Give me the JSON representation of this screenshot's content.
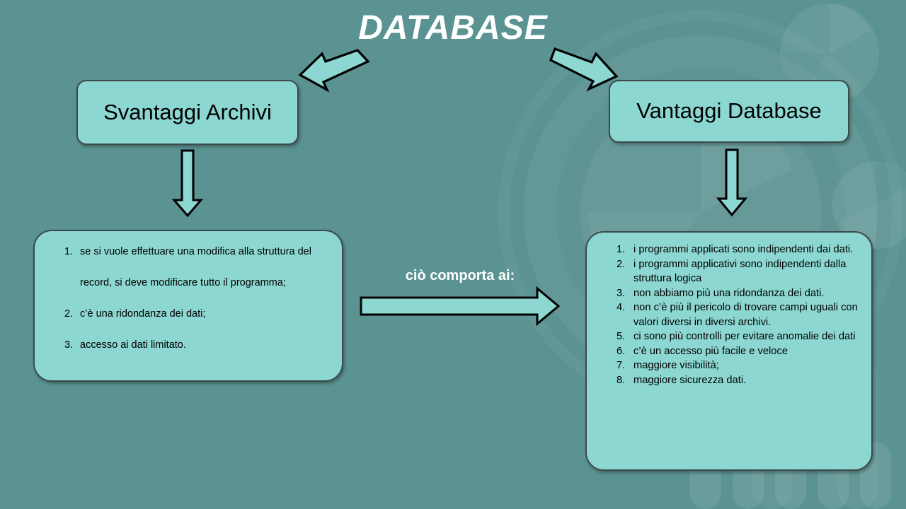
{
  "slide": {
    "title": "DATABASE",
    "background_color": "#5b9392",
    "box_fill_color": "#8cd7d1",
    "box_border_color": "#3d4a4a",
    "title_color": "#ffffff",
    "arrow_fill_color": "#8cd7d1",
    "arrow_outline_color": "#000000"
  },
  "headers": {
    "left": "Svantaggi Archivi",
    "right": "Vantaggi Database"
  },
  "center": {
    "label": "ciò comporta ai:"
  },
  "left_list": {
    "items": [
      {
        "num": "1.",
        "text": "se si vuole effettuare una modifica alla struttura del record, si deve modificare tutto il programma;"
      },
      {
        "num": "2.",
        "text": "c’è una ridondanza dei dati;"
      },
      {
        "num": "3.",
        "text": "accesso ai dati limitato."
      }
    ]
  },
  "right_list": {
    "items": [
      {
        "num": "1.",
        "text": "i programmi applicati sono indipendenti dai dati."
      },
      {
        "num": "2.",
        "text": "i programmi applicativi sono indipendenti dalla struttura logica"
      },
      {
        "num": "3.",
        "text": "non abbiamo più una ridondanza dei dati."
      },
      {
        "num": "4.",
        "text": "non c’è più il pericolo di trovare campi uguali con valori diversi in diversi archivi."
      },
      {
        "num": "5.",
        "text": "ci sono più controlli per evitare anomalie dei dati"
      },
      {
        "num": "6.",
        "text": "c’è un accesso più facile e veloce"
      },
      {
        "num": "7.",
        "text": "maggiore visibilità;"
      },
      {
        "num": "8.",
        "text": "maggiore sicurezza dati."
      }
    ]
  },
  "arrows": {
    "title_to_left": "arrow-diagonal-left",
    "title_to_right": "arrow-diagonal-right",
    "left_down": "arrow-down",
    "right_down": "arrow-down",
    "center_right": "arrow-right"
  }
}
